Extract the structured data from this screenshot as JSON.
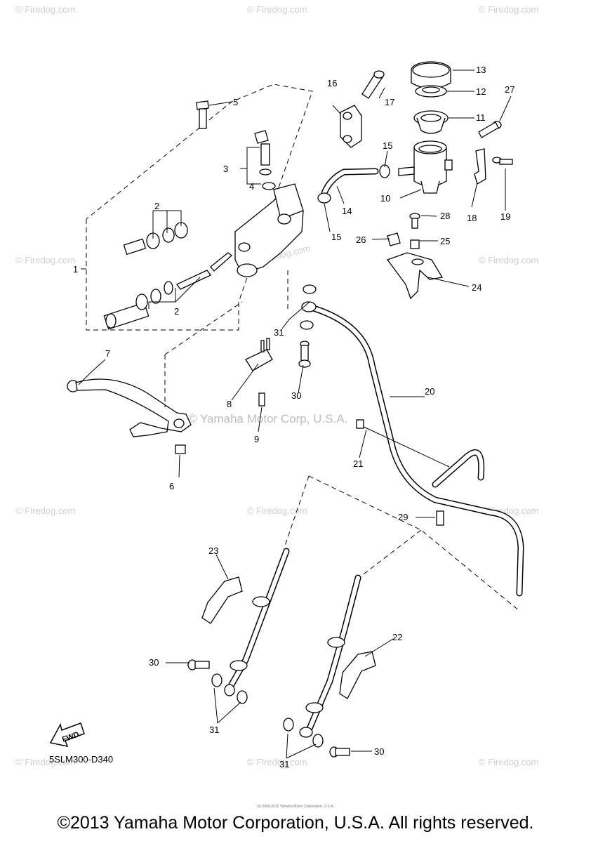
{
  "watermark": {
    "text": "© Firedog.com"
  },
  "watermark_center": "© Yamaha Motor Corp, U.S.A.",
  "watermark_inline": "© Firedog.com",
  "part_labels": [
    "1",
    "2",
    "2",
    "3",
    "4",
    "5",
    "6",
    "7",
    "8",
    "9",
    "10",
    "11",
    "12",
    "13",
    "14",
    "15",
    "15",
    "16",
    "17",
    "18",
    "19",
    "20",
    "21",
    "22",
    "23",
    "24",
    "25",
    "26",
    "27",
    "28",
    "29",
    "30",
    "30",
    "30",
    "31",
    "31",
    "31"
  ],
  "fwd_label": "FWD",
  "diagram_code": "5SLM300-D340",
  "copyright": "©2013 Yamaha Motor Corporation, U.S.A. All rights reserved.",
  "tiny_copyright": "(c) 2005-2015 Yamaha Motor Corporation, U.S.A."
}
